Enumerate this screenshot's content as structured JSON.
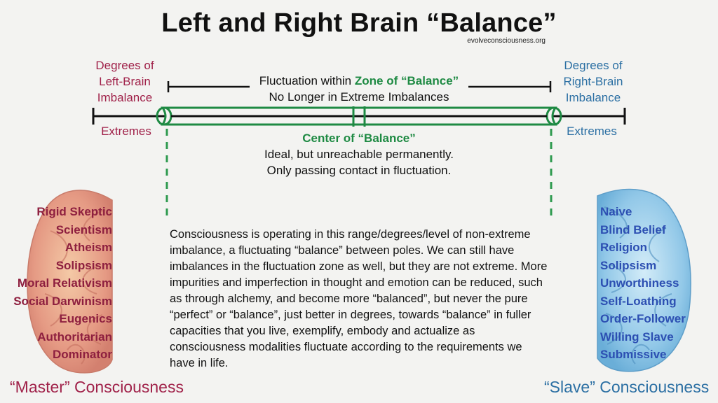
{
  "title": "Left and Right Brain “Balance”",
  "site": "evolveconsciousness.org",
  "left": {
    "degrees_lines": [
      "Degrees of",
      "Left-Brain",
      "Imbalance"
    ],
    "extremes": "Extremes",
    "traits": [
      "Rigid Skeptic",
      "Scientism",
      "Atheism",
      "Solipsism",
      "Moral Relativism",
      "Social Darwinism",
      "Eugenics",
      "Authoritarian",
      "Dominator"
    ],
    "consciousness": "“Master” Consciousness"
  },
  "right": {
    "degrees_lines": [
      "Degrees of",
      "Right-Brain",
      "Imbalance"
    ],
    "extremes": "Extremes",
    "traits": [
      "Naive",
      "Blind Belief",
      "Religion",
      "Solipsism",
      "Unworthiness",
      "Self-Loathing",
      "Order-Follower",
      "Willing Slave",
      "Submissive"
    ],
    "consciousness": "“Slave” Consciousness"
  },
  "zone": {
    "prefix": "Fluctuation within ",
    "highlight": "Zone of “Balance”",
    "subtitle": "No Longer in Extreme Imbalances"
  },
  "center": {
    "title": "Center of “Balance”",
    "line1": "Ideal, but unreachable permanently.",
    "line2": "Only passing contact in fluctuation."
  },
  "paragraph": "Consciousness is operating in this range/degrees/level of non-extreme imbalance, a fluctuating “balance” between poles. We can still have imbalances in the fluctuation zone as well, but they are not extreme. More impurities and imperfection in thought and emotion can be reduced, such as through alchemy, and become more “balanced”, but never the pure “perfect” or “balance”, just better in degrees, towards “balance” in fuller capacities that you live, exemplify, embody and actualize as consciousness modalities fluctuate according to the requirements we have in life.",
  "colors": {
    "left_red": "#a0224a",
    "right_blue": "#2b6fa3",
    "green": "#1e8a43",
    "left_list": "#8e1f3f",
    "right_list": "#2c4fb2",
    "brain_left": "#e9a08a",
    "brain_right": "#8fc4e6"
  }
}
